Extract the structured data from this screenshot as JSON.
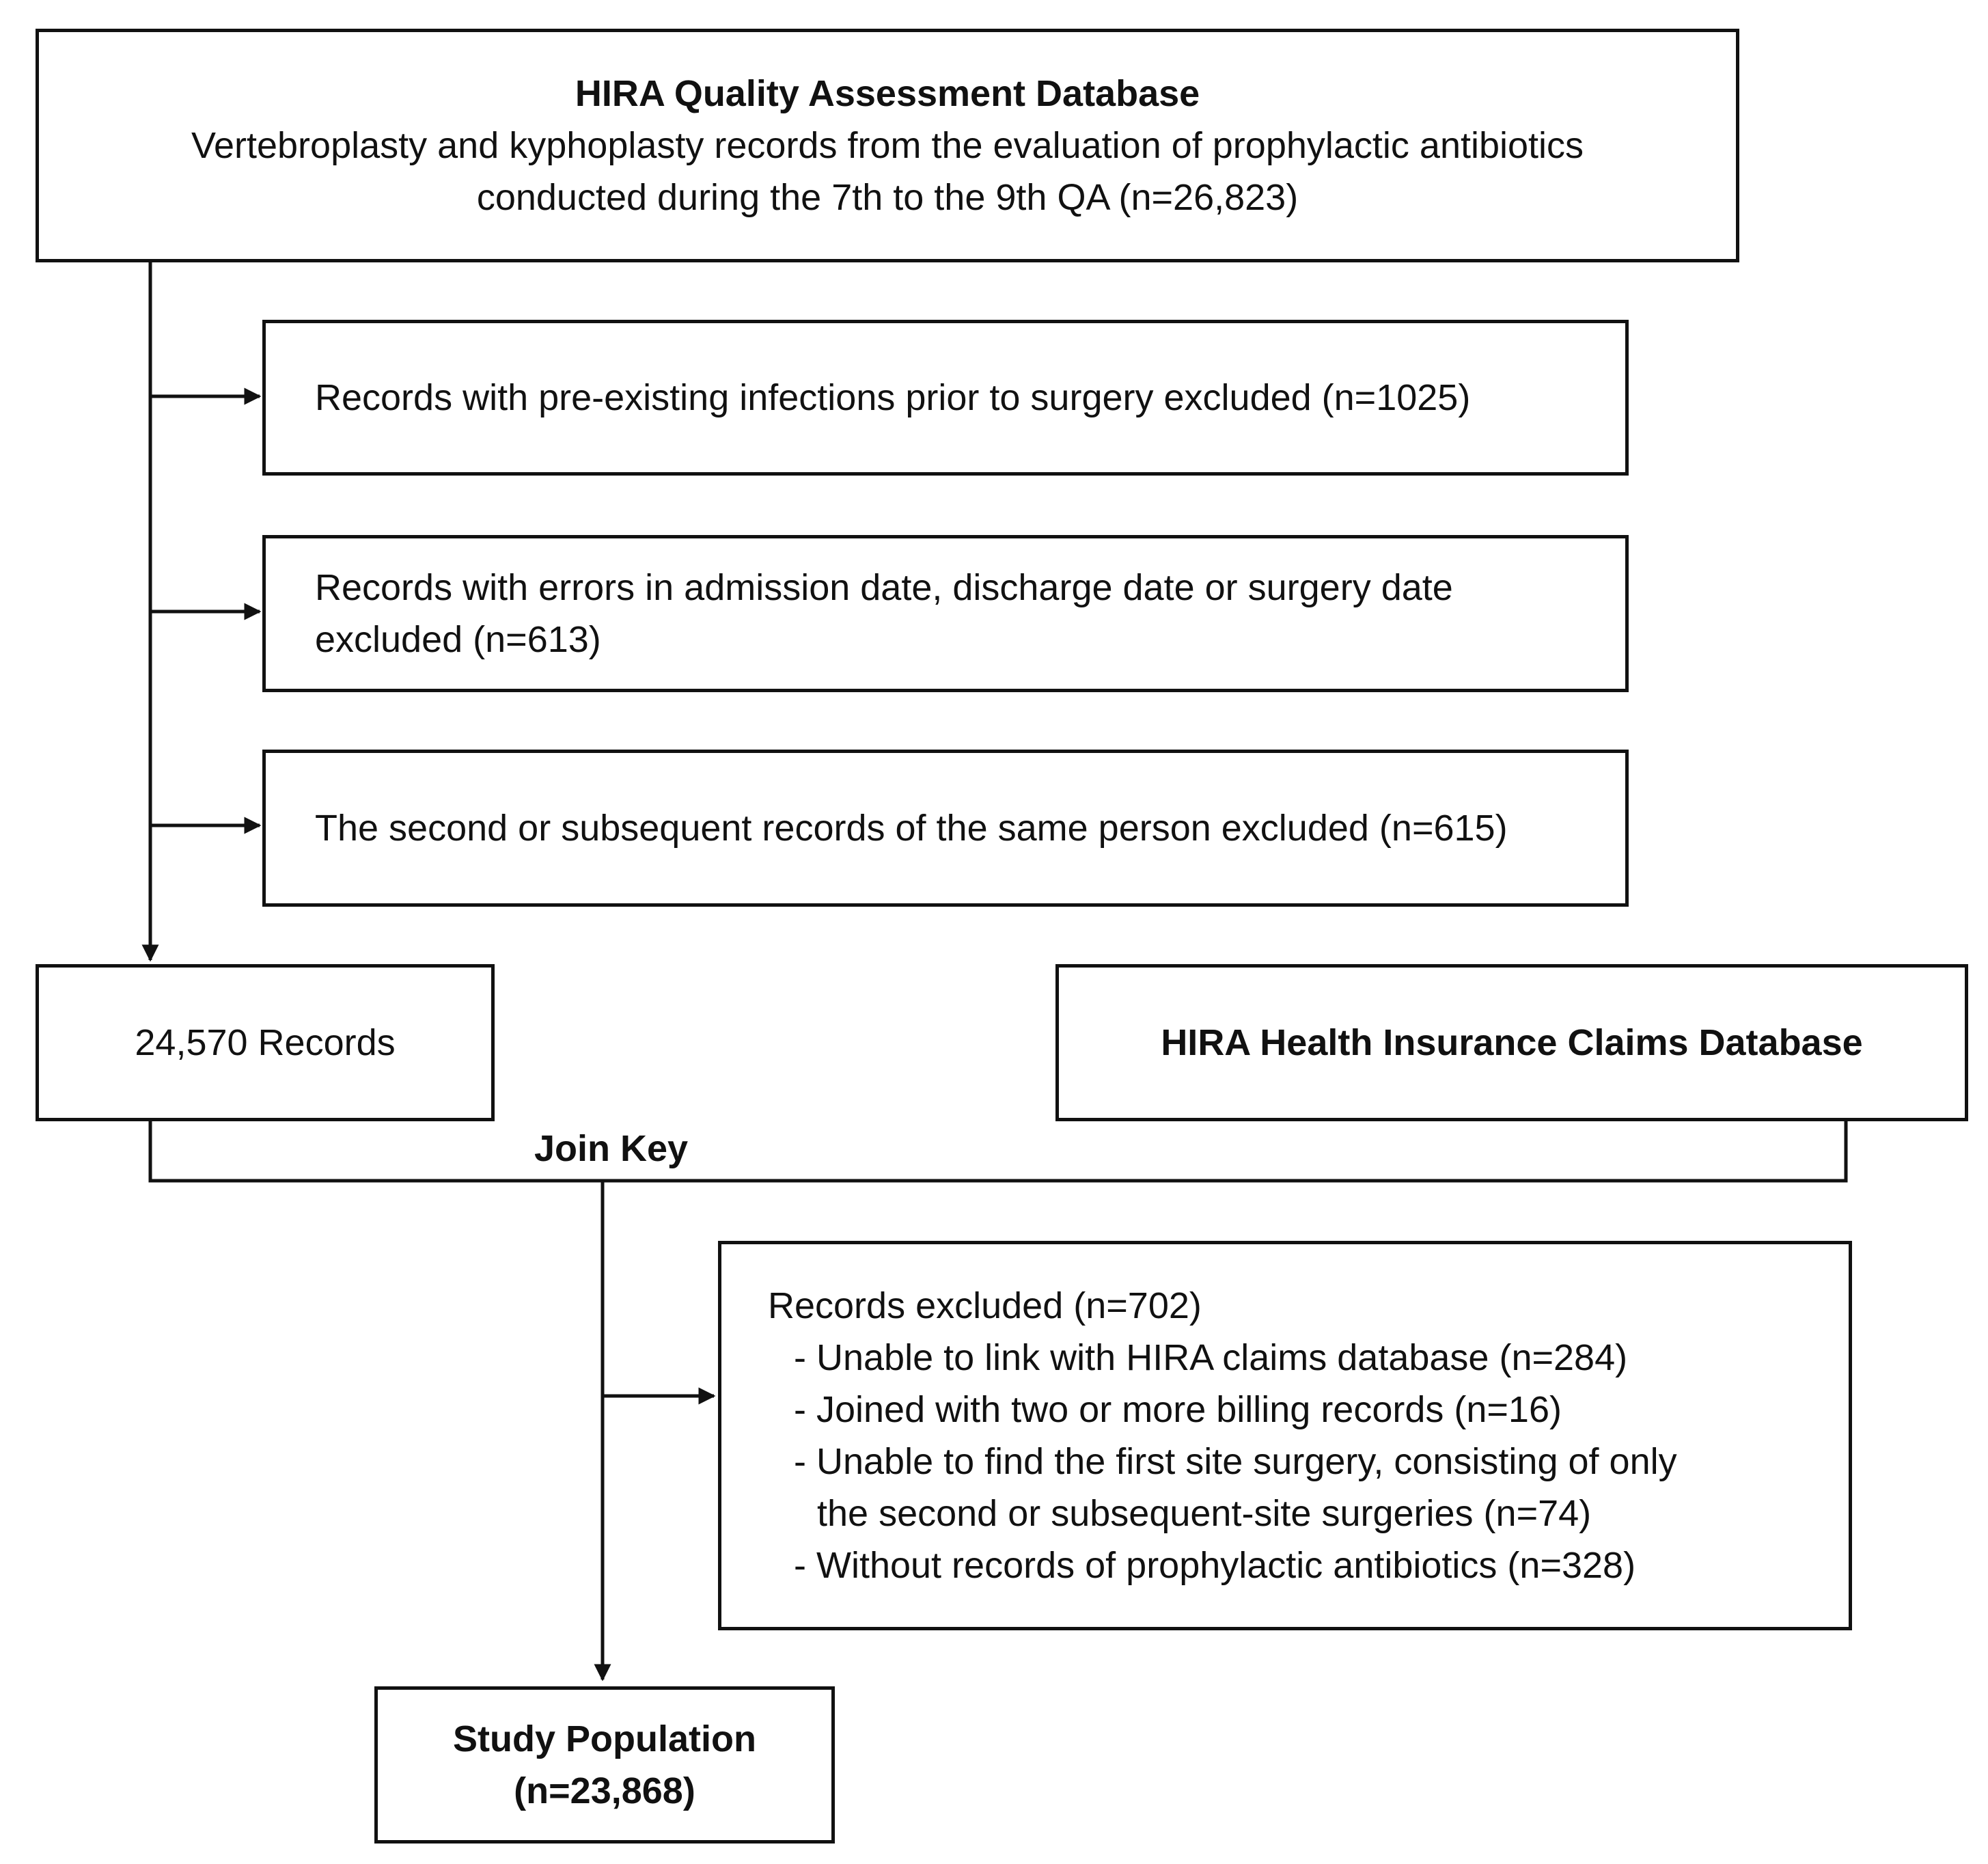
{
  "source": {
    "title": "HIRA Quality Assessment Database",
    "line1": "Vertebroplasty and kyphoplasty records from the evaluation of prophylactic antibiotics",
    "line2": "conducted during the 7th to the 9th QA (n=26,823)"
  },
  "exclusions": [
    {
      "line1": "Records with pre-existing infections prior to surgery excluded (n=1025)",
      "line2": ""
    },
    {
      "line1": "Records with errors in admission date, discharge date or surgery date",
      "line2": "excluded (n=613)"
    },
    {
      "line1": "The second or subsequent records of the same person excluded (n=615)",
      "line2": ""
    }
  ],
  "records_box": {
    "label": "24,570 Records"
  },
  "claims_box": {
    "label": "HIRA Health Insurance Claims Database"
  },
  "join_label": "Join Key",
  "excluded_box": {
    "heading": "Records excluded (n=702)",
    "items": [
      "- Unable to link with HIRA claims database (n=284)",
      "- Joined with two or more billing records (n=16)",
      "- Unable to find the first site surgery, consisting of only",
      "the second or subsequent-site surgeries (n=74)",
      "- Without records of prophylactic antibiotics (n=328)"
    ]
  },
  "study_population": {
    "line1": "Study Population",
    "line2": "(n=23,868)"
  }
}
